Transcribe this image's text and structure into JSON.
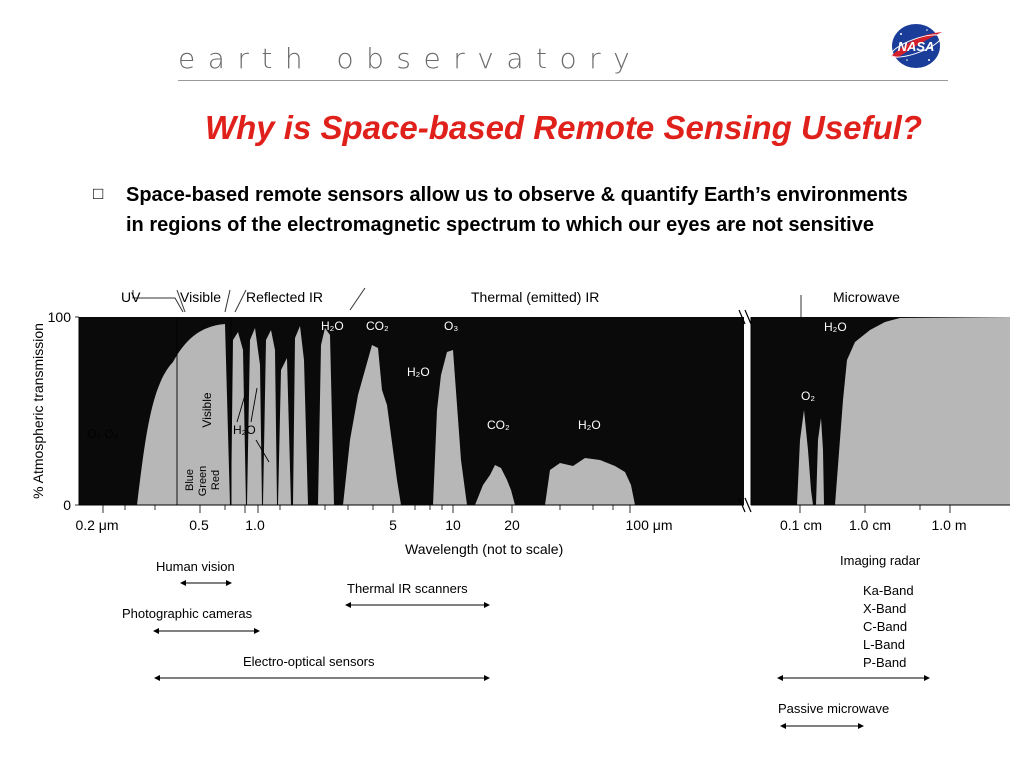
{
  "header": {
    "brand": "earth observatory",
    "logo_text": "NASA"
  },
  "title": "Why is Space-based Remote Sensing Useful?",
  "bullet": {
    "marker": "□",
    "text": "Space-based remote sensors allow us to observe & quantify Earth’s environments in regions of the electromagnetic spectrum to which our eyes are not sensitive"
  },
  "figure": {
    "regions": {
      "uv": "UV",
      "visible": "Visible",
      "reflected_ir": "Reflected IR",
      "thermal_ir": "Thermal (emitted) IR",
      "microwave": "Microwave"
    },
    "y_axis_label": "% Atmospheric transmission",
    "y_ticks": {
      "top": "100",
      "bottom": "0"
    },
    "x_axis_label": "Wavelength (not to scale)",
    "x_ticks": {
      "t0": "0.2 μm",
      "t1": "0.5",
      "t2": "1.0",
      "t3": "5",
      "t4": "10",
      "t5": "20",
      "t6": "100 μm",
      "t7": "0.1 cm",
      "t8": "1.0 cm",
      "t9": "1.0 m"
    },
    "absorbers": {
      "o2_o3": "O₂ O₃",
      "h2o_1": "H₂O",
      "co2_1": "CO₂",
      "o3": "O₃",
      "h2o_2": "H₂O",
      "h2o_3": "H₂O",
      "co2_2": "CO₂",
      "h2o_4": "H₂O",
      "h2o_5": "H₂O",
      "o2": "O₂"
    },
    "visible_label": "Visible",
    "colors": {
      "blue": "Blue",
      "green": "Green",
      "red": "Red"
    },
    "sensors": {
      "human_vision": "Human vision",
      "photographic_cameras": "Photographic cameras",
      "electro_optical": "Electro-optical sensors",
      "thermal_ir_scanners": "Thermal IR scanners",
      "imaging_radar": "Imaging radar",
      "bands": [
        "Ka-Band",
        "X-Band",
        "C-Band",
        "L-Band",
        "P-Band"
      ],
      "passive_microwave": "Passive microwave"
    }
  }
}
